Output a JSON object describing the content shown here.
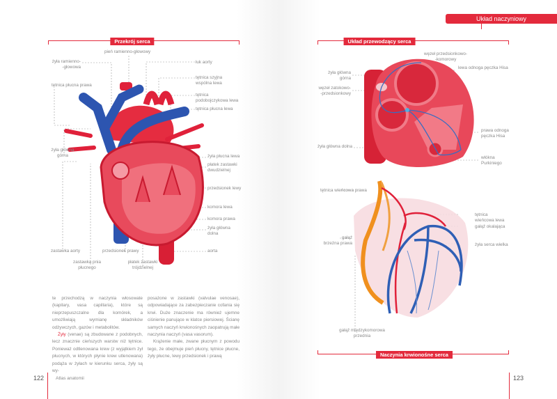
{
  "left_page": {
    "section_title": "Przekrój serca",
    "labels": {
      "brachiocephalic_trunk": "pień ramienno-głowowy",
      "brachiocephalic_vein": [
        "żyła ramienno-",
        "-głowowa"
      ],
      "aortic_arch": "łuk aorty",
      "common_carotid": [
        "tętnica szyjna",
        "wspólna lewa"
      ],
      "subclavian": [
        "tętnica",
        "podobojczykowa lewa"
      ],
      "left_pulmonary_artery": "tętnica płucna lewa",
      "right_pulmonary_artery": "tętnica płucna prawa",
      "superior_vena_cava": [
        "żyła główna",
        "górna"
      ],
      "left_pulmonary_vein": "żyła płucna lewa",
      "mitral_leaflet": [
        "płatek zastawki",
        "dwudzielnej"
      ],
      "left_atrium": "przedsionek lewy",
      "left_ventricle": "komora lewa",
      "right_ventricle": "komora prawa",
      "inferior_vena_cava": [
        "żyła główna",
        "dolna"
      ],
      "aorta": "aorta",
      "aortic_valve": "zastawka aorty",
      "right_atrium": "przedsionek prawy",
      "pulmonary_valve": [
        "zastawka pnia",
        "płucnego"
      ],
      "tricuspid_leaflet": [
        "płatek zastawki",
        "trójdzielnej"
      ]
    },
    "text_col1": [
      "te przechodzą w naczynia włosowate (kapilary, vasa capillaria), które są nieprzepuszczalne dla komórek, a umożliwiają wymianę składników odżywczych, gazów i metabolitów.",
      "Żyły",
      " (venae) są zbudowane z podobnych, lecz znacznie cieńszych warstw niż tętnice. Ponieważ odtlenowana krew (z wyjątkiem żył płucnych, w których płynie krew utlenowana) podąża w żyłach w kierunku serca, żyły są wy-"
    ],
    "text_col2": [
      "posażone w zastawki (valvulae venosae), odpowiadające za zabezpieczanie cofania się krwi. Duże znaczenie ma również ujemne ciśnienie panujące w klatce piersiowej. Ścianę samych naczyń krwionośnych zaopatrują małe naczynia naczyń (vasa vasorum).",
      "Krążenie małe, zwane płucnym z powodu tego, że obejmuje pień płucny, tętnice płucne, żyły płucne, lewy przedsionek i prawą"
    ],
    "page_number": "122",
    "footer": "Atlas anatomii"
  },
  "right_page": {
    "chapter": "Układ naczyniowy",
    "section1_title": "Układ przewodzący serca",
    "section2_title": "Naczynia krwionośne serca",
    "conduction_labels": {
      "av_node": [
        "węzeł przedsionkowo-",
        "-komorowy"
      ],
      "left_bundle": "lewa odnoga pęczka Hisa",
      "svc": [
        "żyła główna",
        "górna"
      ],
      "sa_node": [
        "węzeł zatokowo-",
        "-przedsionkowy"
      ],
      "right_bundle": [
        "prawa odnoga",
        "pęczka Hisa"
      ],
      "ivc": "żyła główna dolna",
      "purkinje": [
        "włókna",
        "Purkiniego"
      ]
    },
    "vessel_labels": {
      "rca": "tętnica wieńcowa prawa",
      "lca": [
        "tętnica",
        "wieńcowa lewa"
      ],
      "circumflex": "gałąź okalająca",
      "marginal": [
        "gałąź",
        "brzeżna  prawa"
      ],
      "great_cardiac_vein": "żyła serca wielka",
      "lad": [
        "gałąź międzykomorowa",
        "przednia"
      ]
    },
    "page_number": "123"
  },
  "colors": {
    "accent": "#e32a3c",
    "artery": "#e0213a",
    "vein": "#2f5fb5",
    "coronary_right": "#f0901e"
  }
}
